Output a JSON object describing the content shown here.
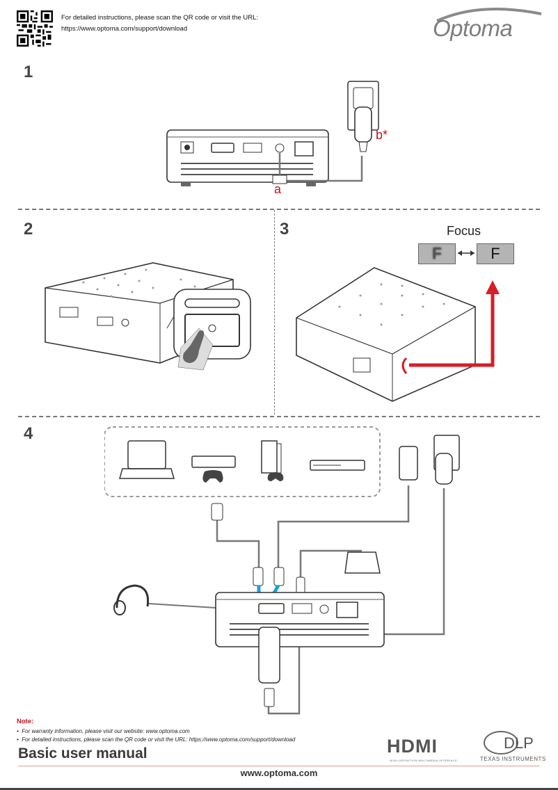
{
  "header": {
    "instructions_line1": "For detailed instructions, please scan the QR code or visit the URL:",
    "instructions_line2": "https://www.optoma.com/support/download",
    "brand": "Optoma"
  },
  "steps": {
    "step1": "1",
    "step2": "2",
    "step3": "3",
    "step4": "4"
  },
  "step1_labels": {
    "plug_label": "b*",
    "cable_label": "a"
  },
  "step3": {
    "focus_label": "Focus",
    "blurred_letter": "F",
    "sharp_letter": "F"
  },
  "note": {
    "title": "Note:",
    "items": [
      "For warranty information, please visit our website: www.optoma.com",
      "For detailed instructions, please scan the QR code or visit the URL: https://www.optoma.com/support/download"
    ]
  },
  "footer": {
    "title": "Basic user manual",
    "url": "www.optoma.com",
    "hdmi_logo": "HDMI",
    "hdmi_tagline": "HIGH-DEFINITION MULTIMEDIA INTERFACE",
    "dlp_logo": "DLP",
    "dlp_maker": "TEXAS INSTRUMENTS"
  },
  "colors": {
    "accent_red": "#c0141c",
    "cable_blue": "#1aa3d9",
    "logo_gray": "#7d7d7d"
  }
}
